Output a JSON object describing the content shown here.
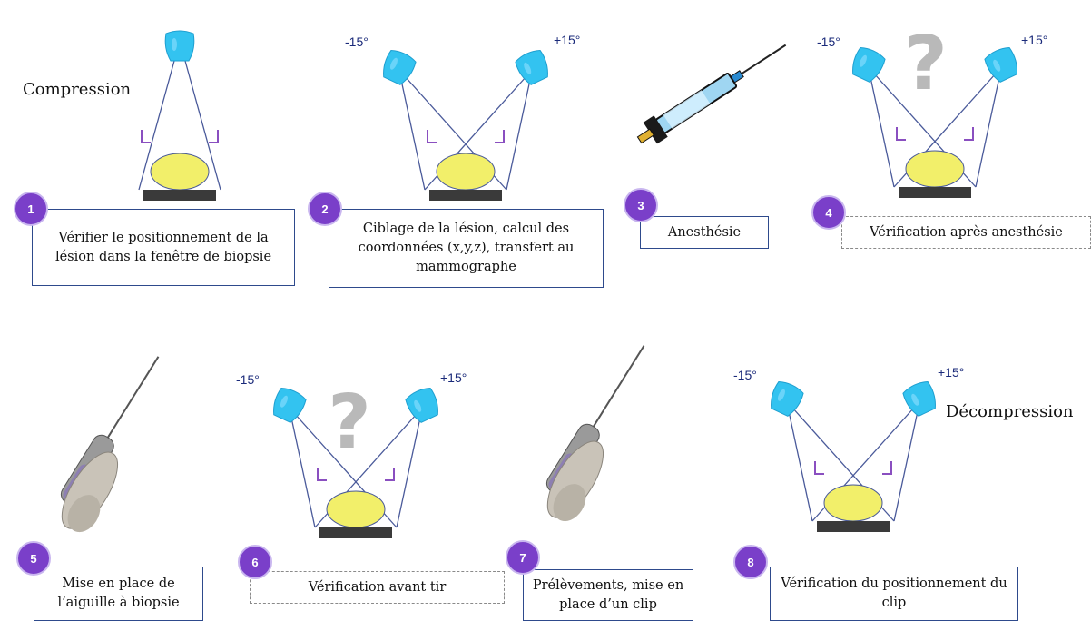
{
  "labels": {
    "compression": "Compression",
    "decompression": "Décompression",
    "minus15": "-15°",
    "plus15": "+15°"
  },
  "steps": [
    {
      "n": "1",
      "text": "Vérifier le positionnement de la lésion dans la fenêtre de biopsie"
    },
    {
      "n": "2",
      "text": "Ciblage de la lésion, calcul des coordonnées (x,y,z), transfert au mammographe"
    },
    {
      "n": "3",
      "text": "Anesthésie"
    },
    {
      "n": "4",
      "text": "Vérification après anesthésie"
    },
    {
      "n": "5",
      "text": "Mise en place de l’aiguille à biopsie"
    },
    {
      "n": "6",
      "text": "Vérification avant tir"
    },
    {
      "n": "7",
      "text": "Prélèvements, mise en place d’un clip"
    },
    {
      "n": "8",
      "text": "Vérification du positionnement du clip"
    }
  ],
  "colors": {
    "tube": "#33c3f0",
    "beam": "#4a5a9a",
    "window": "#8a4fc0",
    "lesion": "#f2ef6a",
    "plate": "#3a3a3a",
    "badge": "#7a3fc9",
    "question": "#b9b9b9"
  },
  "icons": [
    "x-ray-tube-icon",
    "syringe-icon",
    "biopsy-gun-icon",
    "question-mark-icon"
  ]
}
